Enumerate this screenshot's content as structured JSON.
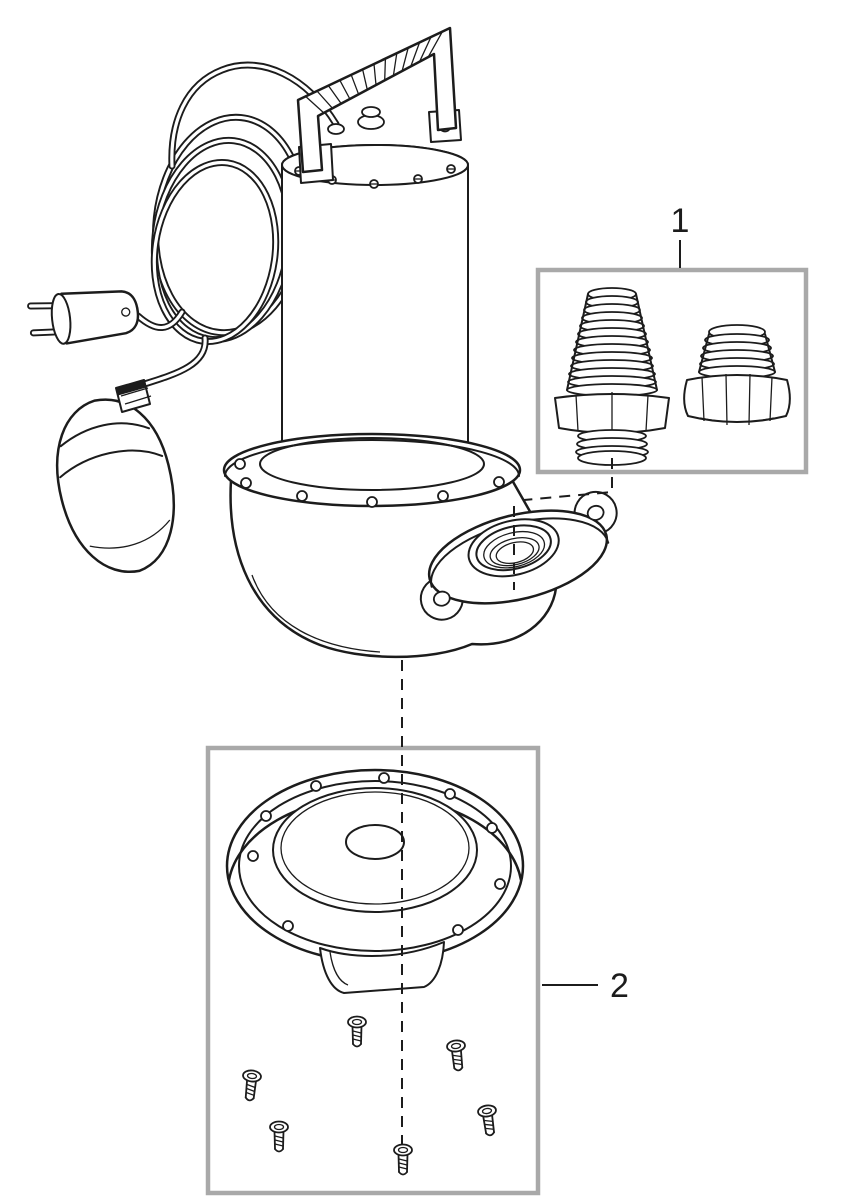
{
  "diagram": {
    "subject": "submersible-pump-parts-diagram",
    "callouts": [
      {
        "label": "1",
        "name": "outlet-hose-adapters"
      },
      {
        "label": "2",
        "name": "base-plate-with-screws"
      }
    ]
  },
  "colors": {
    "line": "#1c1c1c",
    "callout_box": "#a9a9a9",
    "background": "#ffffff"
  }
}
